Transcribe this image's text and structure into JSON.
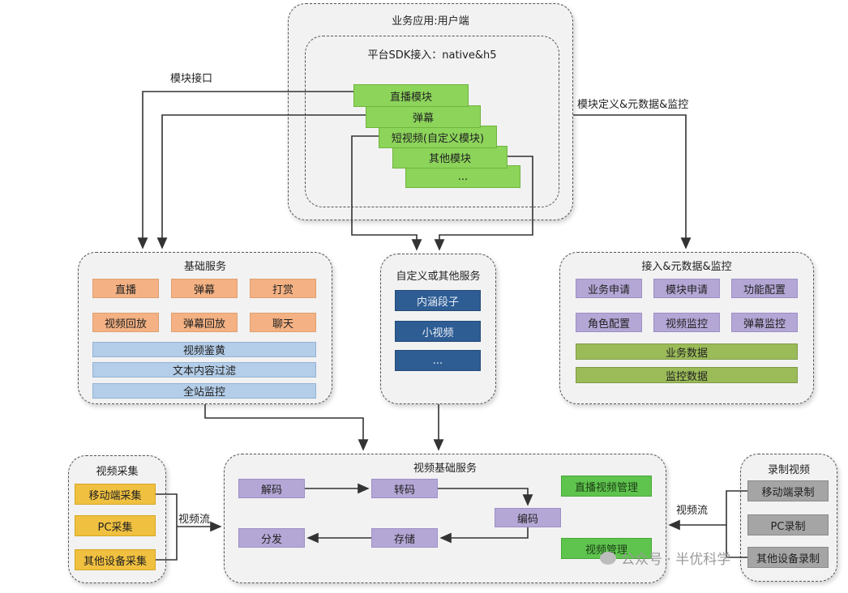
{
  "user_app": {
    "title": "业务应用:用户端",
    "sdk_title": "平台SDK接入：native&h5",
    "modules": [
      "直播模块",
      "弹幕",
      "短视频(自定义模块)",
      "其他模块",
      "..."
    ]
  },
  "labels": {
    "module_interface": "模块接口",
    "module_def": "模块定义&元数据&监控",
    "video_stream_left": "视频流",
    "video_stream_right": "视频流"
  },
  "basic_services": {
    "title": "基础服务",
    "row1": [
      "直播",
      "弹幕",
      "打赏"
    ],
    "row2": [
      "视频回放",
      "弹幕回放",
      "聊天"
    ],
    "bars": [
      "视频鉴黄",
      "文本内容过滤",
      "全站监控"
    ]
  },
  "custom_services": {
    "title": "自定义或其他服务",
    "items": [
      "内涵段子",
      "小视频",
      "..."
    ]
  },
  "access_services": {
    "title": "接入&元数据&监控",
    "row1": [
      "业务申请",
      "模块申请",
      "功能配置"
    ],
    "row2": [
      "角色配置",
      "视频监控",
      "弹幕监控"
    ],
    "bars": [
      "业务数据",
      "监控数据"
    ]
  },
  "video_capture": {
    "title": "视频采集",
    "items": [
      "移动端采集",
      "PC采集",
      "其他设备采集"
    ]
  },
  "video_base": {
    "title": "视频基础服务",
    "decode": "解码",
    "transcode": "转码",
    "encode": "编码",
    "distribute": "分发",
    "storage": "存储",
    "live_mgmt": "直播视频管理",
    "video_mgmt": "视频管理"
  },
  "recording": {
    "title": "录制视频",
    "items": [
      "移动端录制",
      "PC录制",
      "其他设备录制"
    ]
  },
  "watermark": "公众号 · 半优科学",
  "colors": {
    "orange": "#f4b183",
    "light_blue": "#b4cde8",
    "navy": "#2e5d94",
    "purple": "#b4a7d6",
    "olive": "#9bbb59",
    "gold": "#f0c040",
    "gray": "#a5a5a5",
    "green": "#5fc44e",
    "lime": "#8cd45a"
  }
}
